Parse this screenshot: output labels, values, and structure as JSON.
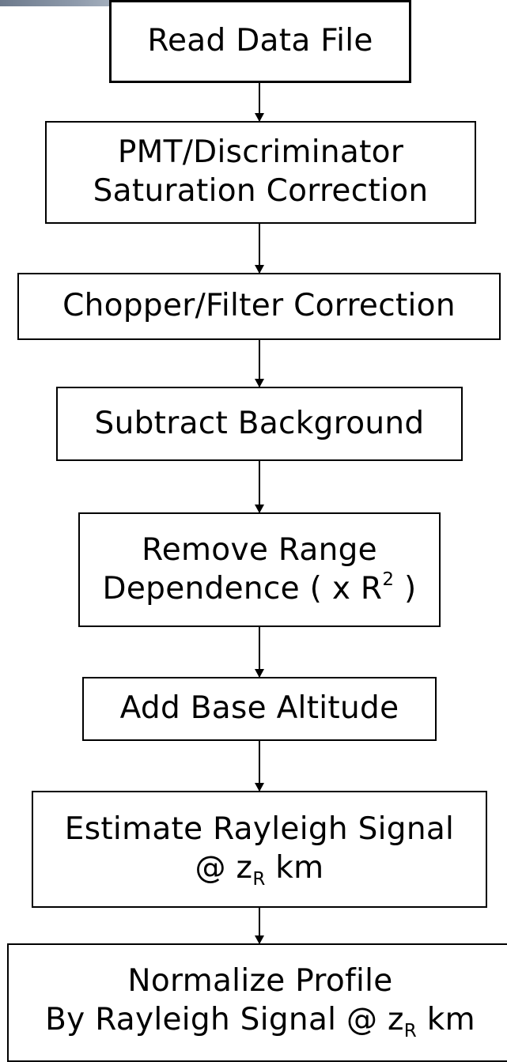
{
  "flowchart": {
    "steps": [
      {
        "lines": [
          "Read Data File"
        ]
      },
      {
        "lines": [
          "PMT/Discriminator",
          "Saturation Correction"
        ]
      },
      {
        "lines": [
          "Chopper/Filter Correction"
        ]
      },
      {
        "lines": [
          "Subtract Background"
        ]
      },
      {
        "line1": "Remove Range",
        "prefix": "Dependence ( x R",
        "sup": "2",
        "suffix": " )"
      },
      {
        "lines": [
          "Add Base Altitude"
        ]
      },
      {
        "line1": "Estimate Rayleigh Signal",
        "prefix": "@ z",
        "sub": "R",
        "suffix": " km"
      },
      {
        "line1": "Normalize Profile",
        "prefix": "By Rayleigh Signal @ z",
        "sub": "R",
        "suffix": " km"
      }
    ]
  }
}
